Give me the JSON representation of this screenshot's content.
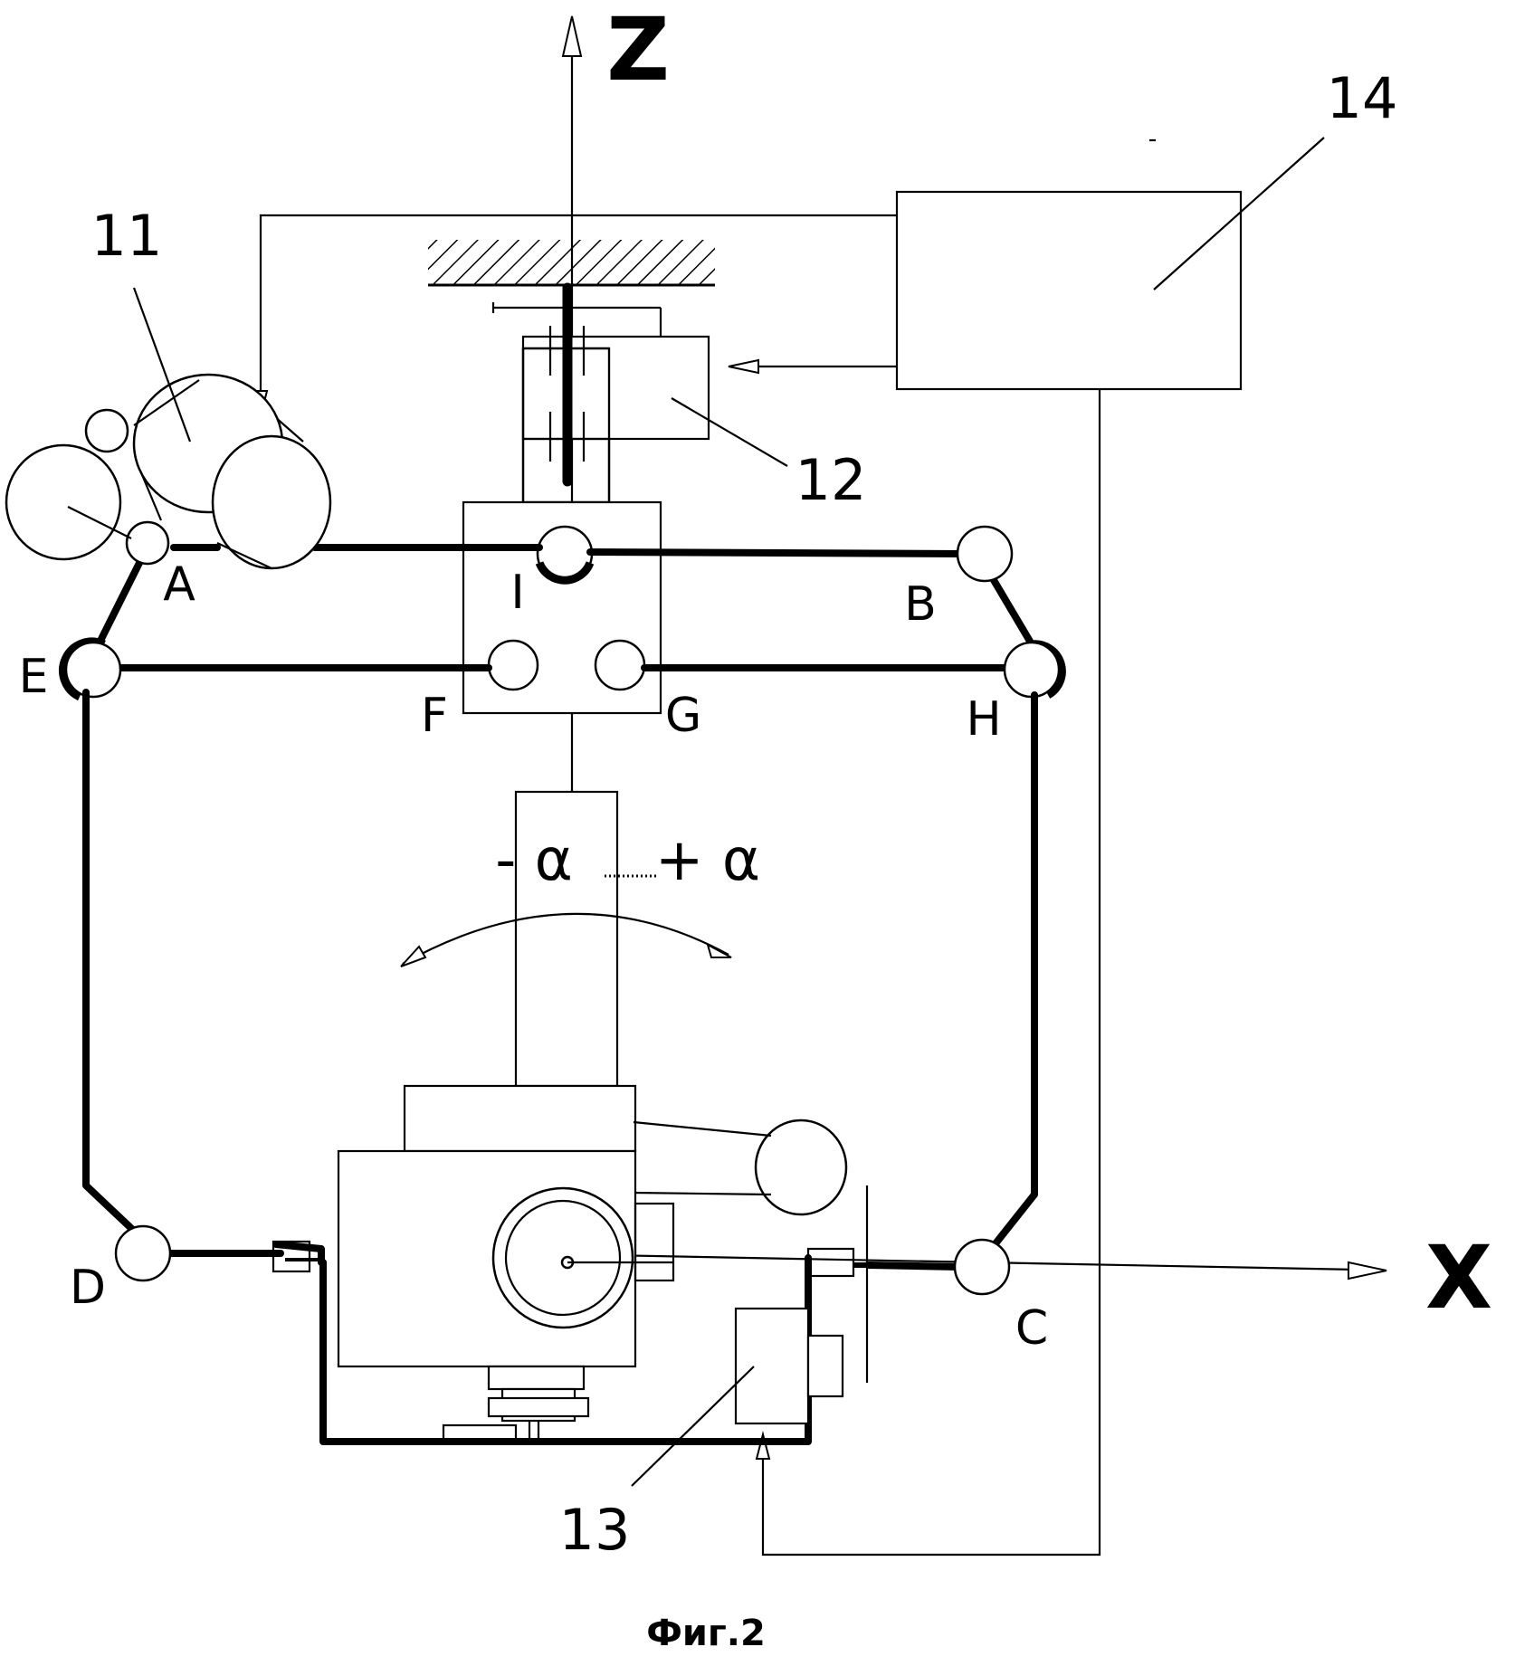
{
  "axes": {
    "z": "Z",
    "x": "X"
  },
  "components": {
    "c11": "11",
    "c12": "12",
    "c13": "13",
    "c14": "14"
  },
  "points": {
    "A": "A",
    "B": "B",
    "C": "C",
    "D": "D",
    "E": "E",
    "F": "F",
    "G": "G",
    "H": "H",
    "I": "I"
  },
  "angle": {
    "minus": "- α",
    "plus": "+ α"
  },
  "caption": "Фиг.2"
}
